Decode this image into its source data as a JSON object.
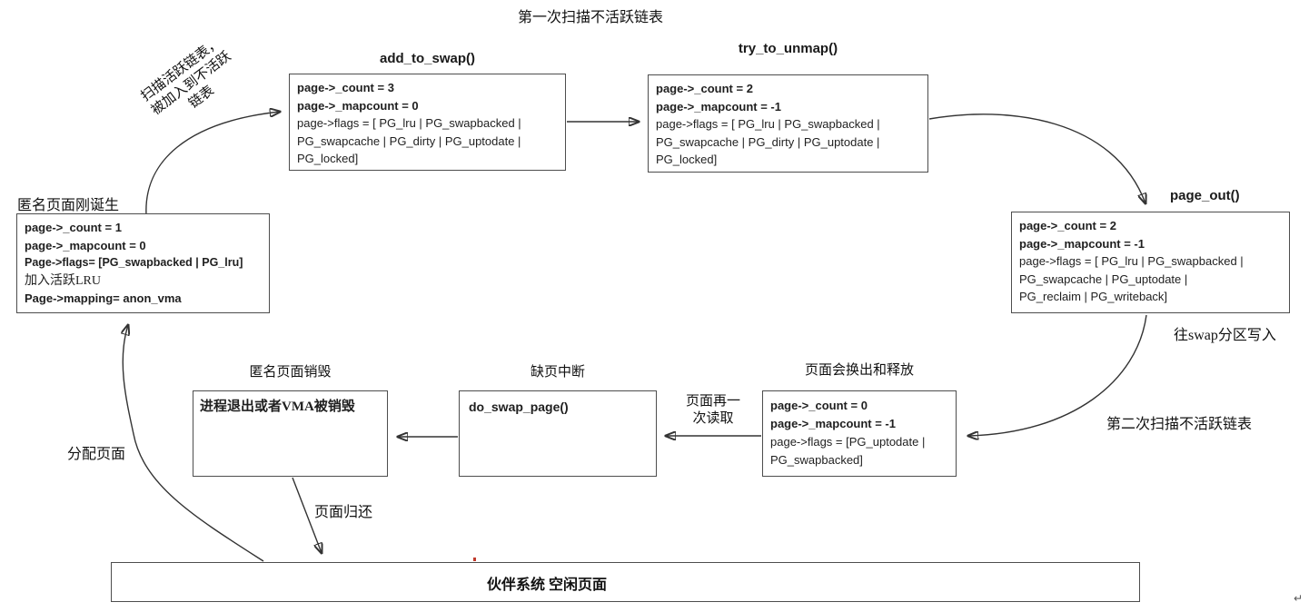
{
  "title": "第一次扫描不活跃链表",
  "boxes": {
    "born": {
      "caption": "匿名页面刚诞生",
      "lines": [
        "page->_count = 1",
        "page->_mapcount = 0",
        "Page->flags= [PG_swapbacked | PG_lru]",
        "加入活跃LRU",
        "Page->mapping= anon_vma"
      ]
    },
    "add_to_swap": {
      "caption": "add_to_swap()",
      "lines": [
        "page->_count = 3",
        "page->_mapcount = 0",
        "page->flags = [ PG_lru | PG_swapbacked |",
        "PG_swapcache | PG_dirty | PG_uptodate |",
        "PG_locked]"
      ]
    },
    "try_to_unmap": {
      "caption": "try_to_unmap()",
      "lines": [
        "page->_count = 2",
        "page->_mapcount = -1",
        "page->flags = [ PG_lru | PG_swapbacked |",
        "PG_swapcache | PG_dirty | PG_uptodate |",
        "PG_locked]"
      ]
    },
    "page_out": {
      "caption": "page_out()",
      "lines": [
        "page->_count = 2",
        "page->_mapcount = -1",
        "page->flags = [ PG_lru | PG_swapbacked |",
        "PG_swapcache | PG_uptodate |",
        "PG_reclaim | PG_writeback]"
      ]
    },
    "destroy": {
      "caption": "匿名页面销毁",
      "lines": [
        "进程退出或者VMA被销毁"
      ]
    },
    "page_fault": {
      "caption": "缺页中断",
      "lines": [
        "do_swap_page()"
      ]
    },
    "swap_out": {
      "caption": "页面会换出和释放",
      "lines": [
        "page->_count = 0",
        "page->_mapcount = -1",
        "page->flags = [PG_uptodate |",
        "PG_swapbacked]"
      ]
    },
    "buddy": {
      "label": "伙伴系统 空闲页面"
    }
  },
  "edge_labels": {
    "scan_active": [
      "扫描活跃链表，",
      "被加入到不活跃",
      "链表"
    ],
    "write_swap": "往swap分区写入",
    "second_scan": "第二次扫描不活跃链表",
    "read_again": [
      "页面再一",
      "次读取"
    ],
    "alloc_page": "分配页面",
    "return_page": "页面归还"
  },
  "misc": {
    "return_mark": "↵"
  },
  "colors": {
    "line": "#333333",
    "border": "#4d4d4d",
    "text": "#1a1a1a",
    "accent_red": "#c0392b"
  }
}
